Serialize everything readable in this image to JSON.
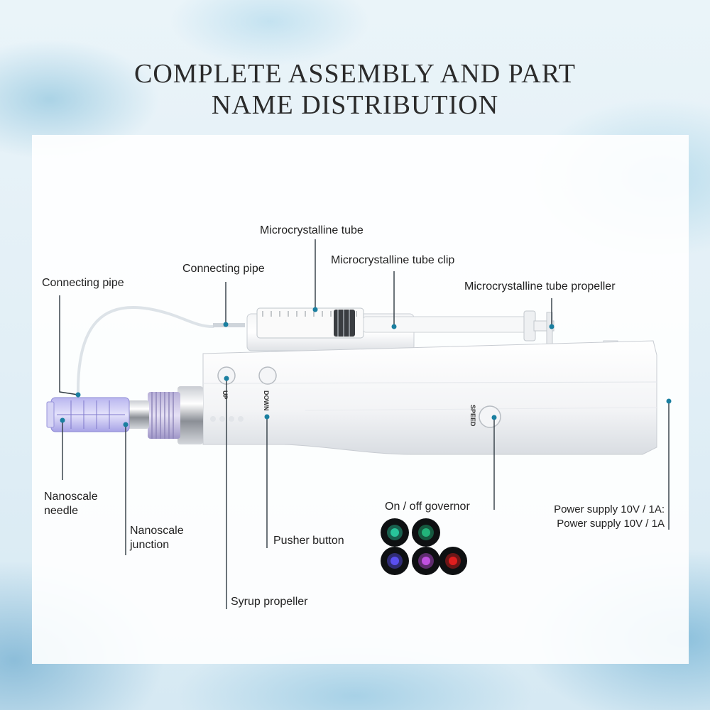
{
  "title": {
    "line1": "COMPLETE ASSEMBLY AND PART",
    "line2": "NAME DISTRIBUTION"
  },
  "labels": {
    "connecting_pipe_left": "Connecting pipe",
    "connecting_pipe_top": "Connecting pipe",
    "microcrystalline_tube": "Microcrystalline tube",
    "microcrystalline_tube_clip": "Microcrystalline tube clip",
    "microcrystalline_tube_propeller": "Microcrystalline tube propeller",
    "nanoscale_needle_line1": "Nanoscale",
    "nanoscale_needle_line2": "needle",
    "nanoscale_junction_line1": "Nanoscale",
    "nanoscale_junction_line2": "junction",
    "pusher_button": "Pusher button",
    "syrup_propeller": "Syrup propeller",
    "on_off_governor": "On / off governor",
    "power_supply_line1": "Power supply 10V / 1A:",
    "power_supply_line2": "Power supply 10V / 1A"
  },
  "device_buttons": {
    "up": "UP",
    "down": "DOWN",
    "speed": "SPEED"
  },
  "led_colors": [
    "#28c49a",
    "#22b37a",
    "#5a4ff0",
    "#c050e0",
    "#e01e1e"
  ],
  "accent_color": "#1a7fa0"
}
